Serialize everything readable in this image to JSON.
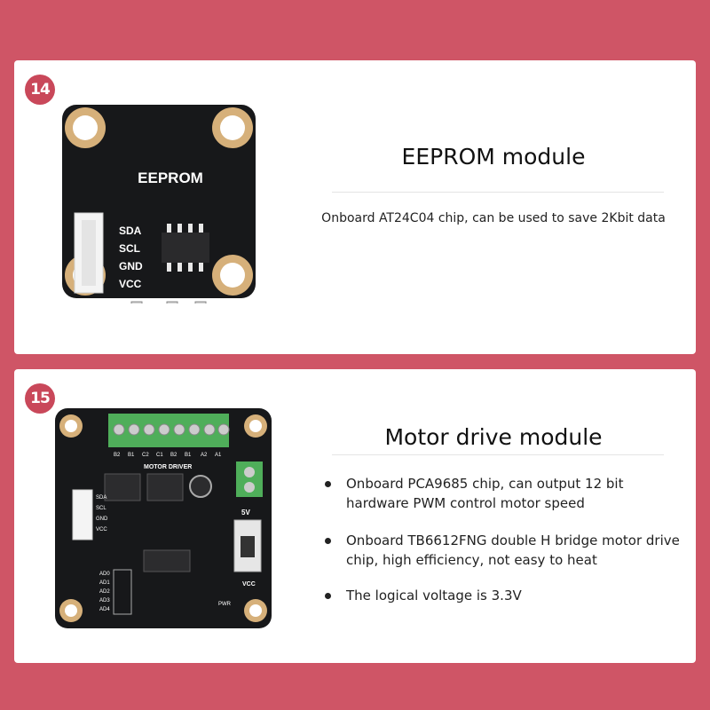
{
  "cards": [
    {
      "number": "14",
      "title": "EEPROM module",
      "description": "Onboard AT24C04 chip, can be used to save 2Kbit data",
      "board": {
        "label": "EEPROM",
        "pins": [
          "SDA",
          "SCL",
          "GND",
          "VCC"
        ]
      }
    },
    {
      "number": "15",
      "title": "Motor drive module",
      "bullets": [
        "Onboard PCA9685 chip, can output 12 bit hardware PWM control motor speed",
        "Onboard TB6612FNG double H bridge motor drive chip, high efficiency, not easy to heat",
        "The logical voltage is 3.3V"
      ],
      "board": {
        "label": "MOTOR DRIVER",
        "terminals": [
          "B2",
          "B1",
          "C2",
          "C1",
          "B2",
          "B1",
          "A2",
          "A1"
        ],
        "pins": [
          "SDA",
          "SCL",
          "GND",
          "VCC"
        ],
        "addr": [
          "AD0",
          "AD1",
          "AD2",
          "AD3",
          "AD4"
        ],
        "volt": "5V",
        "vcc": "VCC",
        "pwr": "PWR"
      }
    }
  ]
}
